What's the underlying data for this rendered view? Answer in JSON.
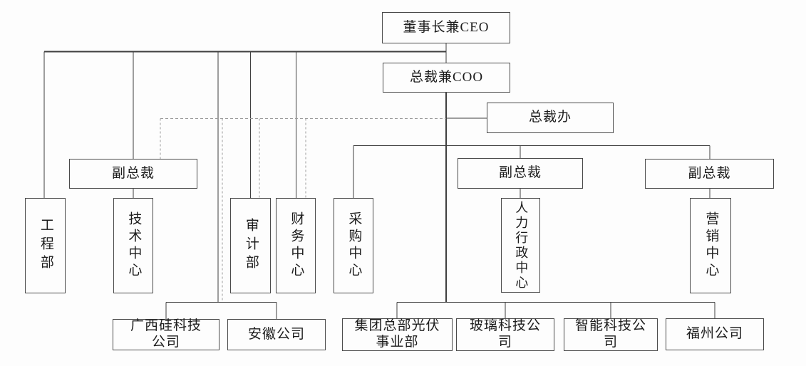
{
  "colors": {
    "line": "#3f3f3f",
    "dashed_line": "#9a9a9a",
    "background": "#fdfdfd",
    "box_border": "#4a4a4a",
    "text": "#1c1c1c"
  },
  "nodes": {
    "chairman_ceo": {
      "label": "董事长兼CEO"
    },
    "president_coo": {
      "label": "总裁兼COO"
    },
    "president_office": {
      "label": "总裁办"
    },
    "vp_left": {
      "label": "副总裁"
    },
    "vp_middle": {
      "label": "副总裁"
    },
    "vp_right": {
      "label": "副总裁"
    },
    "engineering_dept": {
      "label": "工程部"
    },
    "tech_center": {
      "label": "技术中心"
    },
    "audit_dept": {
      "label": "审计部"
    },
    "finance_center": {
      "label": "财务中心"
    },
    "procurement_center": {
      "label": "采购中心"
    },
    "hr_admin_center": {
      "label": "人力行政中心"
    },
    "marketing_center": {
      "label": "营销中心"
    },
    "guangxi_silicon": {
      "label": "广西硅科技公司"
    },
    "anhui_company": {
      "label": "安徽公司"
    },
    "group_hq_pv": {
      "label": "集团总部光伏事业部"
    },
    "glass_tech": {
      "label": "玻璃科技公司"
    },
    "smart_tech": {
      "label": "智能科技公司"
    },
    "fuzhou_company": {
      "label": "福州公司"
    }
  }
}
